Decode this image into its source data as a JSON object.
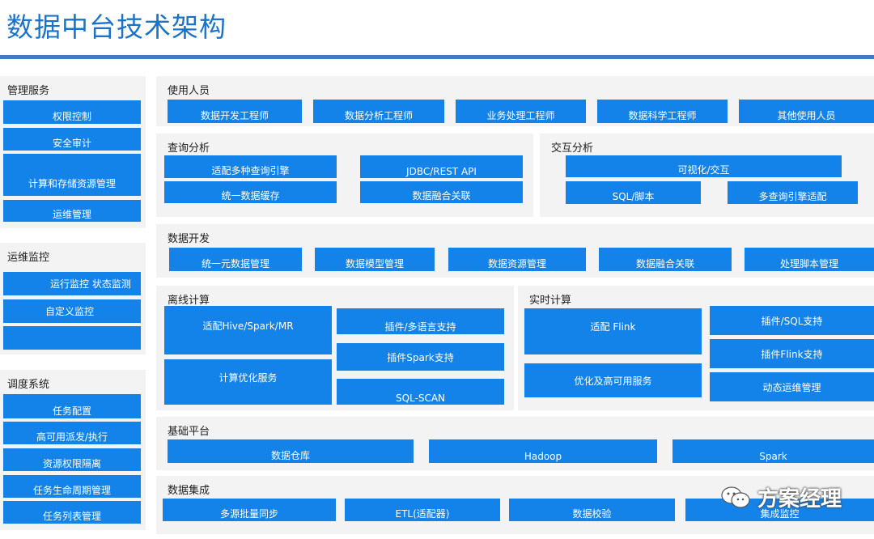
{
  "title": "数据中台技术架构",
  "colors": {
    "accent": "#1383ea",
    "panel": "#f3f3f3",
    "title": "#1b73c9",
    "rule": "#3c7dc3"
  },
  "left": {
    "management": {
      "header": "管理服务",
      "items": [
        "权限控制",
        "安全审计",
        "计算和存储资源管理",
        "运维管理"
      ]
    },
    "monitoring": {
      "header": "运维监控",
      "items": [
        "运行监控 状态监测",
        "自定义监控",
        ""
      ]
    },
    "scheduling": {
      "header": "调度系统",
      "items": [
        "任务配置",
        "高可用派发/执行",
        "资源权限隔离",
        "任务生命周期管理",
        "任务列表管理"
      ]
    }
  },
  "users": {
    "header": "使用人员",
    "items": [
      "数据开发工程师",
      "数据分析工程师",
      "业务处理工程师",
      "数据科学工程师",
      "其他使用人员"
    ]
  },
  "query": {
    "header": "查询分析",
    "items": [
      "适配多种查询引擎",
      "JDBC/REST API",
      "统一数据缓存",
      "数据融合关联"
    ]
  },
  "interactive": {
    "header": "交互分析",
    "items": [
      "可视化/交互",
      "SQL/脚本",
      "多查询引擎适配"
    ]
  },
  "dev": {
    "header": "数据开发",
    "items": [
      "统一元数据管理",
      "数据模型管理",
      "数据资源管理",
      "数据融合关联",
      "处理脚本管理"
    ]
  },
  "offline": {
    "header": "离线计算",
    "items": [
      "适配Hive/Spark/MR",
      "计算优化服务",
      "插件/多语言支持",
      "插件Spark支持",
      "SQL-SCAN"
    ]
  },
  "realtime": {
    "header": "实时计算",
    "items": [
      "适配 Flink",
      "优化及高可用服务",
      "插件/SQL支持",
      "插件Flink支持",
      "动态运维管理"
    ]
  },
  "base": {
    "header": "基础平台",
    "items": [
      "数据仓库",
      "Hadoop",
      "Spark"
    ]
  },
  "integration": {
    "header": "数据集成",
    "items": [
      "多源批量同步",
      "ETL(适配器)",
      "数据校验",
      "集成监控"
    ]
  },
  "watermark": {
    "text": "方案经理",
    "icon": "wechat-icon"
  }
}
